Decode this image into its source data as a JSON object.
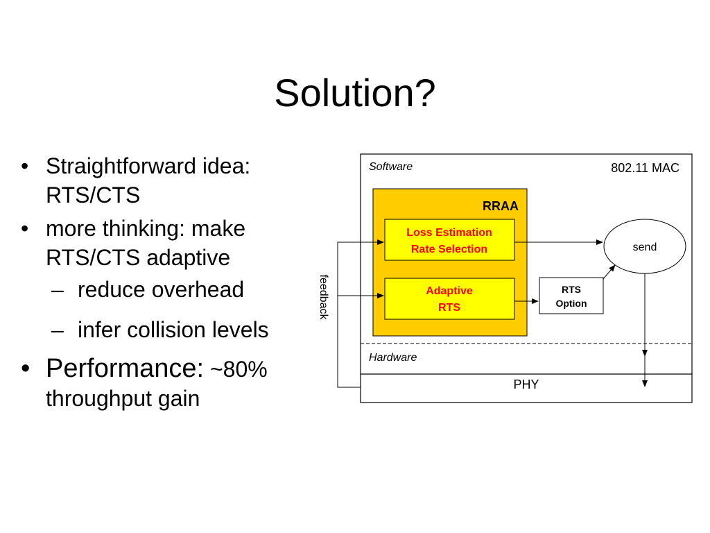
{
  "slide": {
    "title": "Solution?"
  },
  "bullets": {
    "item1": {
      "marker": "•",
      "text": "Straightforward idea: RTS/CTS"
    },
    "item2": {
      "marker": "•",
      "text": "more thinking: make RTS/CTS adaptive"
    },
    "sub1": {
      "marker": "–",
      "text": "reduce overhead"
    },
    "sub2": {
      "marker": "–",
      "text": "infer collision levels"
    },
    "item3": {
      "marker": "•",
      "lead": "Performance:",
      "value": "~80%",
      "tail": "throughput gain"
    }
  },
  "diagram": {
    "software_label": "Software",
    "mac_label": "802.11 MAC",
    "rraa_label": "RRAA",
    "loss_estimation_line1": "Loss Estimation",
    "loss_estimation_line2": "Rate Selection",
    "adaptive_rts_line1": "Adaptive",
    "adaptive_rts_line2": "RTS",
    "rts_option_line1": "RTS",
    "rts_option_line2": "Option",
    "send_label": "send",
    "feedback_label": "feedback",
    "hardware_label": "Hardware",
    "phy_label": "PHY",
    "colors": {
      "rraa_fill": "#FFCC00",
      "inner_fill": "#FFFF00",
      "inner_text": "#FF0000",
      "line": "#000000"
    }
  }
}
